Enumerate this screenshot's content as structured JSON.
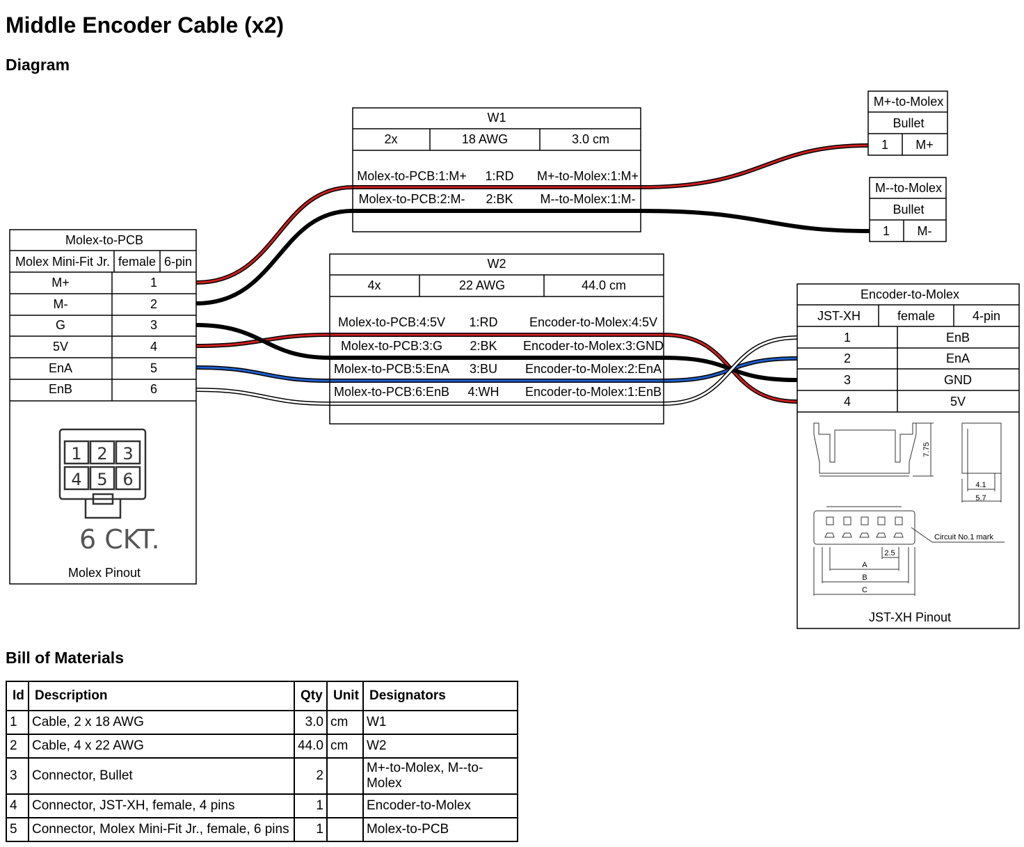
{
  "title": "Middle Encoder Cable (x2)",
  "sections": {
    "diagram": "Diagram",
    "bom": "Bill of Materials"
  },
  "connectors": {
    "molex": {
      "name": "Molex-to-PCB",
      "type": "Molex Mini-Fit Jr.",
      "gender": "female",
      "pincount": "6-pin",
      "pins": [
        {
          "label": "M+",
          "num": "1"
        },
        {
          "label": "M-",
          "num": "2"
        },
        {
          "label": "G",
          "num": "3"
        },
        {
          "label": "5V",
          "num": "4"
        },
        {
          "label": "EnA",
          "num": "5"
        },
        {
          "label": "EnB",
          "num": "6"
        }
      ],
      "image_caption": "Molex Pinout",
      "image_pin_numbers": [
        "1",
        "2",
        "3",
        "4",
        "5",
        "6"
      ],
      "image_text": "6 CKT."
    },
    "mplus": {
      "name": "M+-to-Molex",
      "type": "Bullet",
      "pin": "1",
      "label": "M+"
    },
    "mminus": {
      "name": "M--to-Molex",
      "type": "Bullet",
      "pin": "1",
      "label": "M-"
    },
    "encoder": {
      "name": "Encoder-to-Molex",
      "type": "JST-XH",
      "gender": "female",
      "pincount": "4-pin",
      "pins": [
        {
          "num": "1",
          "label": "EnB"
        },
        {
          "num": "2",
          "label": "EnA"
        },
        {
          "num": "3",
          "label": "GND"
        },
        {
          "num": "4",
          "label": "5V"
        }
      ],
      "image_caption": "JST-XH Pinout",
      "drawing_labels": {
        "h": "7.75",
        "w1": "4.1",
        "w2": "5.7",
        "pitch": "2.5",
        "a": "A",
        "b": "B",
        "c": "C",
        "mark": "Circuit No.1 mark"
      }
    }
  },
  "cables": {
    "w1": {
      "name": "W1",
      "count": "2x",
      "gauge": "18 AWG",
      "length": "3.0 cm",
      "wires": [
        {
          "from": "Molex-to-PCB:1:M+",
          "color": "1:RD",
          "to": "M+-to-Molex:1:M+"
        },
        {
          "from": "Molex-to-PCB:2:M-",
          "color": "2:BK",
          "to": "M--to-Molex:1:M-"
        }
      ]
    },
    "w2": {
      "name": "W2",
      "count": "4x",
      "gauge": "22 AWG",
      "length": "44.0 cm",
      "wires": [
        {
          "from": "Molex-to-PCB:4:5V",
          "color": "1:RD",
          "to": "Encoder-to-Molex:4:5V"
        },
        {
          "from": "Molex-to-PCB:3:G",
          "color": "2:BK",
          "to": "Encoder-to-Molex:3:GND"
        },
        {
          "from": "Molex-to-PCB:5:EnA",
          "color": "3:BU",
          "to": "Encoder-to-Molex:2:EnA"
        },
        {
          "from": "Molex-to-PCB:6:EnB",
          "color": "4:WH",
          "to": "Encoder-to-Molex:1:EnB"
        }
      ]
    }
  },
  "wire_colors": {
    "RD": "#cc1f1f",
    "BK": "#000000",
    "BU": "#1f5fc8",
    "WH": "#ffffff"
  },
  "bom": {
    "headers": [
      "Id",
      "Description",
      "Qty",
      "Unit",
      "Designators"
    ],
    "rows": [
      [
        "1",
        "Cable, 2 x 18 AWG",
        "3.0",
        "cm",
        "W1"
      ],
      [
        "2",
        "Cable, 4 x 22 AWG",
        "44.0",
        "cm",
        "W2"
      ],
      [
        "3",
        "Connector, Bullet",
        "2",
        "",
        "M+-to-Molex, M--to-Molex"
      ],
      [
        "4",
        "Connector, JST-XH, female, 4 pins",
        "1",
        "",
        "Encoder-to-Molex"
      ],
      [
        "5",
        "Connector, Molex Mini-Fit Jr., female, 6 pins",
        "1",
        "",
        "Molex-to-PCB"
      ]
    ]
  }
}
